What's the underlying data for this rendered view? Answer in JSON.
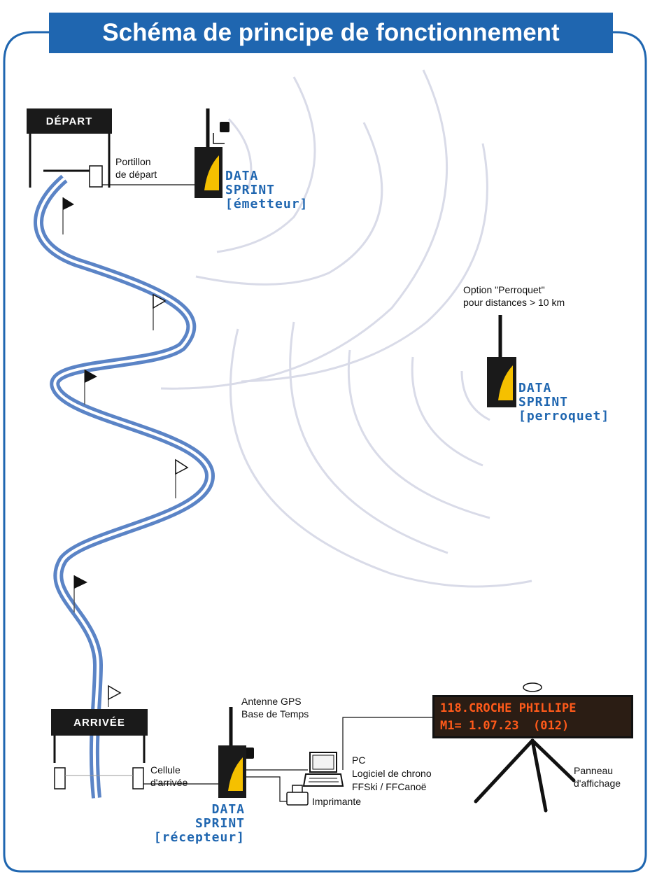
{
  "title": "Schéma de principe de fonctionnement",
  "colors": {
    "accent": "#1f66b0",
    "track": "#5b84c6",
    "device": "#1a1a1a",
    "device_screen": "#f5c000",
    "led_text": "#ff5a1a"
  },
  "gates": {
    "start": "DÉPART",
    "finish": "ARRIVÉE"
  },
  "labels": {
    "start_gate": [
      "Portillon",
      "de départ"
    ],
    "parrot_option": [
      "Option \"Perroquet\"",
      "pour distances > 10 km"
    ],
    "gps": [
      "Antenne GPS",
      "Base de Temps"
    ],
    "finish_cell": [
      "Cellule",
      "d'arrivée"
    ],
    "pc": [
      "PC",
      "Logiciel de chrono",
      "FFSki / FFCanoë"
    ],
    "printer": "Imprimante",
    "display_panel": [
      "Panneau",
      "d'affichage"
    ]
  },
  "devices": {
    "emitter": [
      "DATA",
      "SPRINT",
      "[émetteur]"
    ],
    "parrot": [
      "DATA",
      "SPRINT",
      "[perroquet]"
    ],
    "receiver": [
      "DATA",
      "SPRINT",
      "[récepteur]"
    ]
  },
  "display": {
    "line1": "118.CROCHE PHILLIPE",
    "line2": "M1= 1.07.23  (012)"
  },
  "icons": [
    "flag-icon",
    "antenna-icon",
    "laptop-icon",
    "printer-icon",
    "radio-waves-icon",
    "tripod-icon"
  ]
}
